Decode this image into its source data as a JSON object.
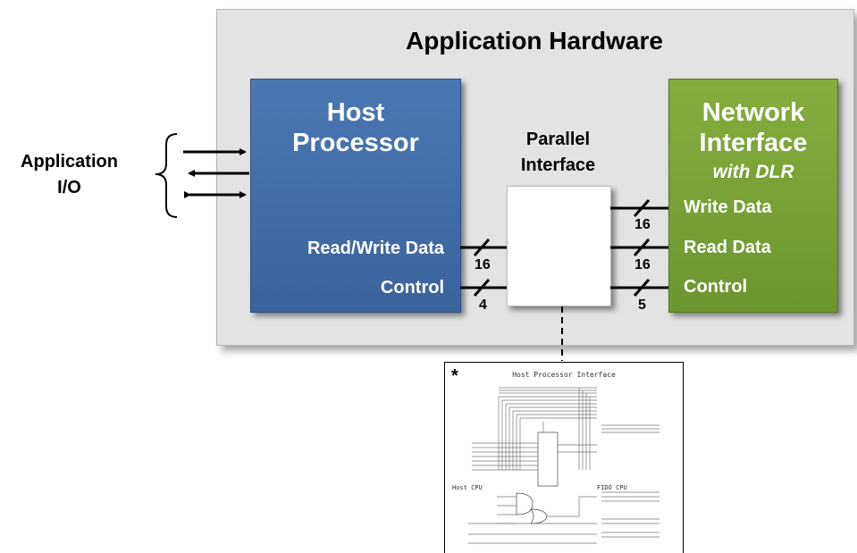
{
  "title": "Application Hardware",
  "host": {
    "line1": "Host",
    "line2": "Processor",
    "rw_label": "Read/Write Data",
    "ctrl_label": "Control"
  },
  "parallel": {
    "line1": "Parallel",
    "line2": "Interface"
  },
  "network": {
    "line1": "Network",
    "line2": "Interface",
    "line3": "with DLR",
    "write_label": "Write Data",
    "read_label": "Read Data",
    "ctrl_label": "Control"
  },
  "app_io": {
    "line1": "Application",
    "line2": "I/O"
  },
  "bus_widths": {
    "host_rw": "16",
    "host_ctrl": "4",
    "net_write": "16",
    "net_read": "16",
    "net_ctrl": "5"
  },
  "schematic": {
    "marker": "*",
    "title": "Host Processor Interface",
    "left_label": "Host CPU",
    "right_label": "FIDO CPU"
  },
  "colors": {
    "host": "#3d67a2",
    "network": "#76a035",
    "container": "#e3e3e3"
  }
}
